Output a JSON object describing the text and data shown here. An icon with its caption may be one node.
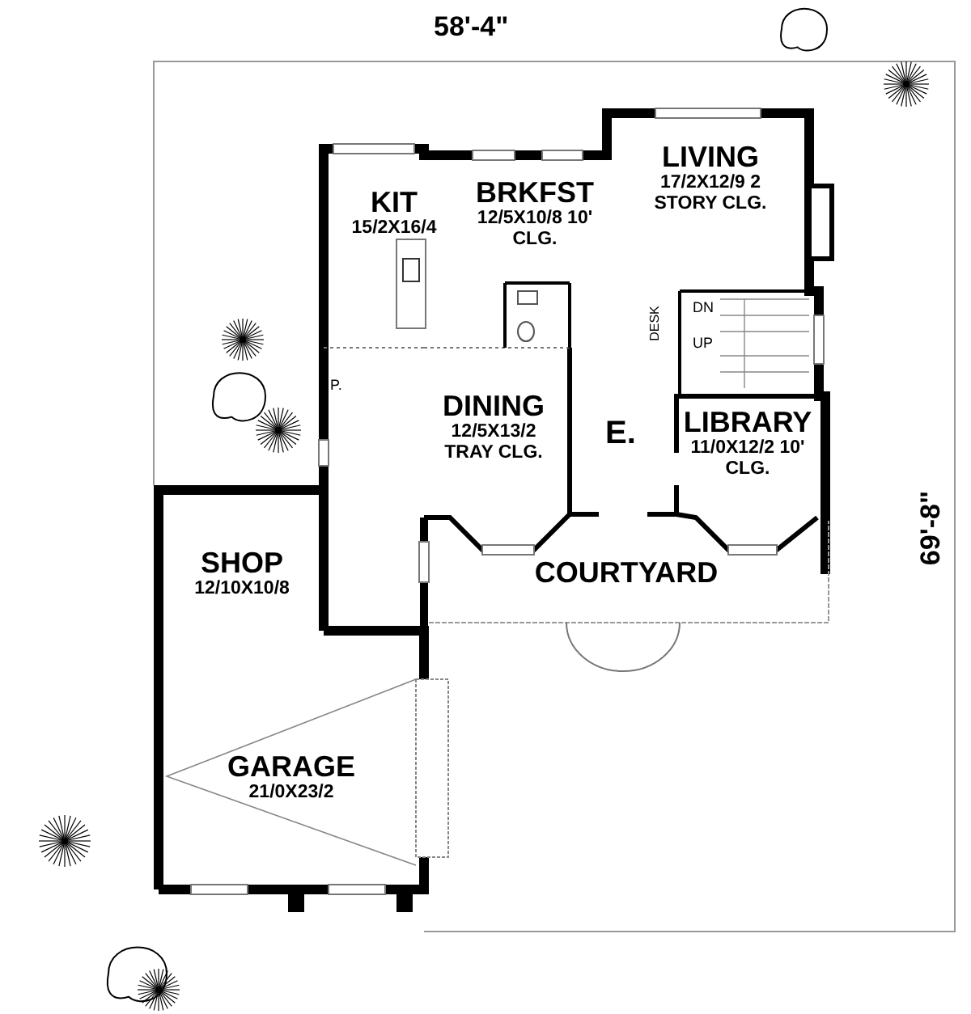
{
  "diagram": {
    "nodes": [
      {
        "text": [
          "KIT",
          "15/2X16/4"
        ]
      },
      {
        "text": [
          "BRKFST",
          "12/5X10/8 10' CLG."
        ]
      },
      {
        "text": [
          "LIVING",
          "17/2X12/9 2 STORY CLG."
        ]
      },
      {
        "text": [
          "DINING",
          "12/5X13/2 TRAY CLG."
        ]
      },
      {
        "text": [
          "LIBRARY",
          "11/0X12/2 10' CLG."
        ]
      },
      {
        "text": [
          "COURTYARD"
        ]
      },
      {
        "text": [
          "SHOP",
          "12/10X10/8"
        ]
      },
      {
        "text": [
          "GARAGE",
          "21/0X23/2"
        ]
      }
    ],
    "labels": [
      "58'-4\"",
      "DN",
      "UP",
      "DESK",
      "P.",
      "E.",
      "69'-8\""
    ]
  }
}
